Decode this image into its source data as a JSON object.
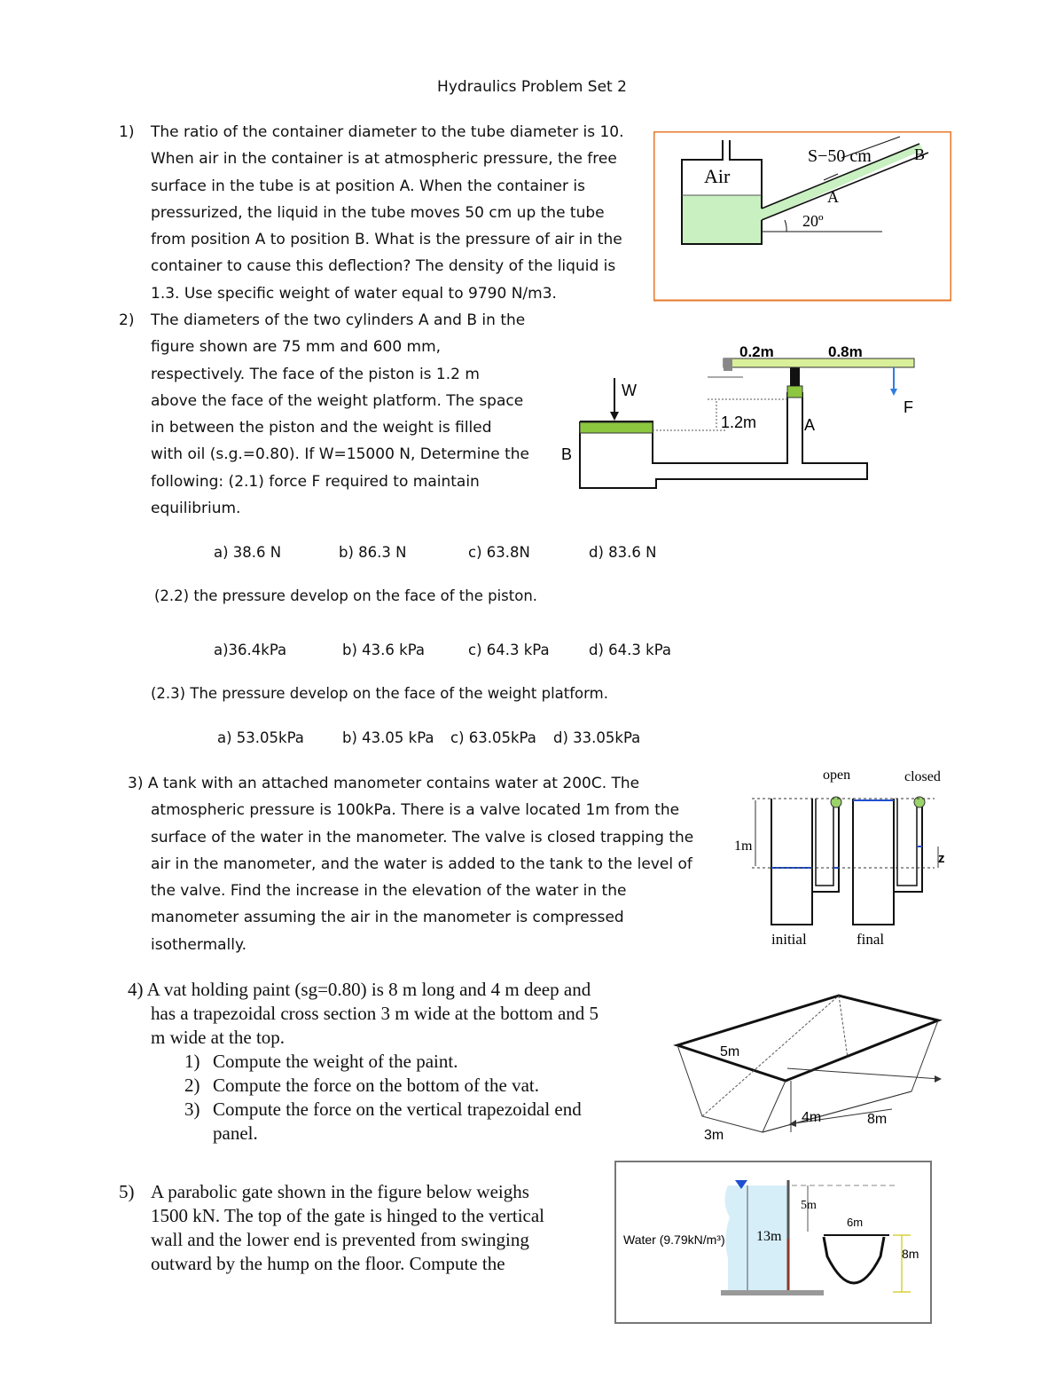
{
  "title": "Hydraulics Problem Set 2",
  "q1": {
    "num": "1)",
    "lines": [
      "The ratio of the container diameter to the tube diameter is 10.",
      "When air in the container is at atmospheric pressure, the free",
      "surface in the tube is at position A. When the container is",
      "pressurized, the liquid in the tube moves 50 cm up the tube",
      "from position A to position B. What is the pressure of air in the",
      "container to cause this deflection? The density of the liquid is",
      "1.3. Use specific weight of water equal to 9790 N/m3."
    ],
    "figure": {
      "air": "Air",
      "s": "S−50 cm",
      "a": "A",
      "b": "B",
      "angle": "20º"
    }
  },
  "q2": {
    "num": "2)",
    "lines": [
      "The diameters of the two cylinders A and B in the",
      "figure shown are 75 mm and 600 mm,",
      "respectively. The face of the piston is 1.2 m",
      "above the face of the weight platform. The space",
      "in between the piston and the weight is filled",
      "with oil (s.g.=0.80). If W=15000 N, Determine the",
      "following: (2.1)  force F required to maintain",
      "equilibrium."
    ],
    "figure": {
      "d1": "0.2m",
      "d2": "0.8m",
      "w": "W",
      "f": "F",
      "h": "1.2m",
      "a": "A",
      "b": "B"
    },
    "choices_21": [
      "a) 38.6 N",
      "b) 86.3 N",
      "c) 63.8N",
      "d) 83.6 N"
    ],
    "q22": "(2.2) the pressure develop on the face of the piston.",
    "choices_22": [
      "a)36.4kPa",
      "b) 43.6 kPa",
      "c) 64.3 kPa",
      "d) 64.3 kPa"
    ],
    "q23": "(2.3) The pressure develop on the face of the weight platform.",
    "choices_23": [
      "a) 53.05kPa",
      "b) 43.05 kPa",
      "c) 63.05kPa",
      "d) 33.05kPa"
    ]
  },
  "q3": {
    "lines": [
      "3) A tank with an attached manometer contains water at 200C. The",
      "atmospheric pressure is 100kPa. There is a valve located 1m from the",
      "surface of the water in the manometer. The valve is closed trapping the",
      "air in the manometer, and the water is added to the tank to the level of",
      "the valve. Find the increase in the elevation of the water in the",
      "manometer assuming the air in the manometer is compressed",
      "isothermally."
    ],
    "figure": {
      "open": "open",
      "closed": "closed",
      "h": "1m",
      "z": "z",
      "initial": "initial",
      "final": "final"
    }
  },
  "q4": {
    "lines": [
      "4) A vat holding paint (sg=0.80) is 8 m long and 4 m deep and",
      "has a trapezoidal cross section 3 m wide at the bottom and 5",
      "m wide at the top."
    ],
    "items": [
      {
        "n": "1)",
        "t": "Compute the weight of the paint."
      },
      {
        "n": "2)",
        "t": "Compute the force on the bottom of the vat."
      },
      {
        "n": "3)",
        "t": "Compute the force on the vertical trapezoidal end"
      }
    ],
    "item3_cont": "panel.",
    "figure": {
      "top": "5m",
      "depth": "4m",
      "bottom": "3m",
      "length": "8m"
    }
  },
  "q5": {
    "num": "5)",
    "lines": [
      "A parabolic gate shown in the figure below weighs",
      "1500 kN. The top of the gate is hinged to the vertical",
      "wall and the lower end is prevented from swinging",
      "outward by the hump on the floor. Compute the"
    ],
    "figure": {
      "water": "Water (9.79kN/m³)",
      "h13": "13m",
      "h5": "5m",
      "w6": "6m",
      "h8": "8m"
    }
  }
}
